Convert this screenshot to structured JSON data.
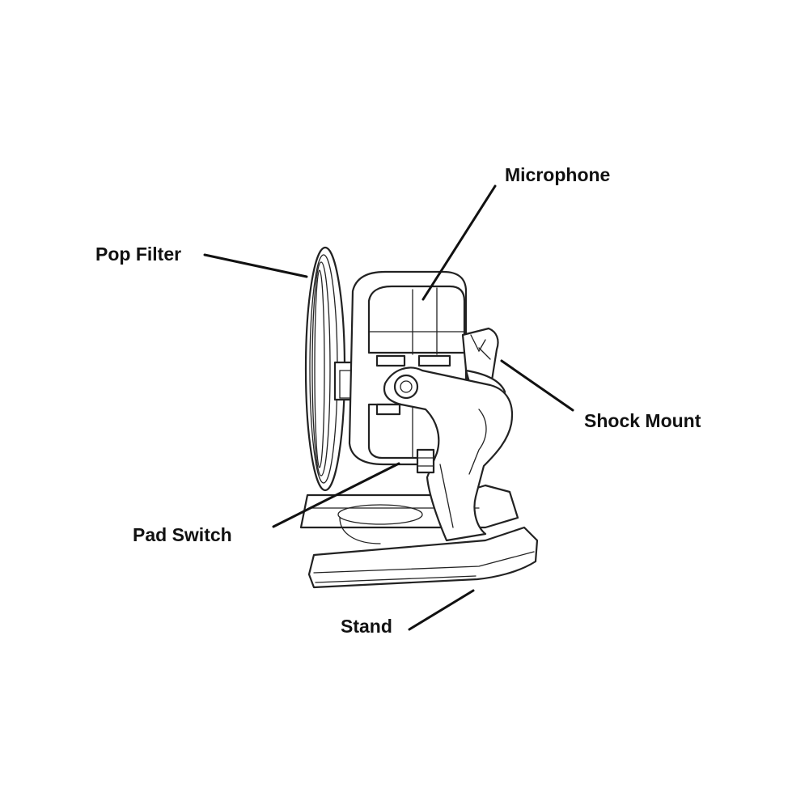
{
  "callouts": {
    "microphone": "Microphone",
    "pop_filter": "Pop Filter",
    "shock_mount": "Shock Mount",
    "pad_switch": "Pad Switch",
    "stand": "Stand"
  },
  "colors": {
    "ink": "#111111",
    "background": "#ffffff"
  }
}
